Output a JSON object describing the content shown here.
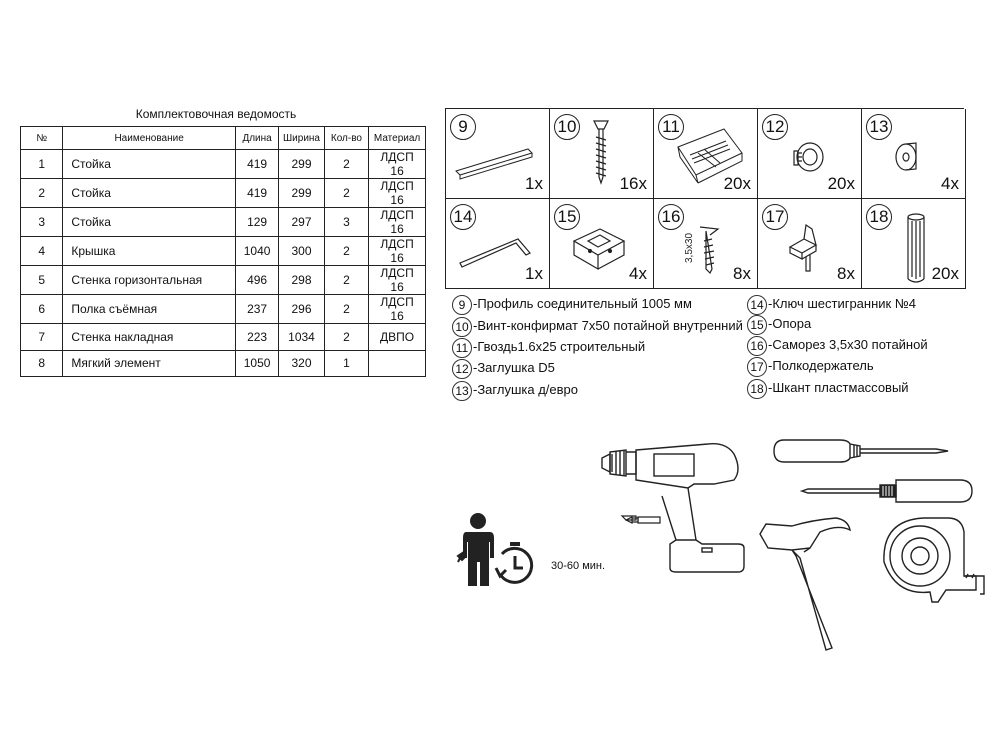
{
  "table": {
    "title": "Комплектовочная ведомость",
    "headers": [
      "№",
      "Наименование",
      "Длина",
      "Ширина",
      "Кол-во",
      "Материал"
    ],
    "rows": [
      [
        "1",
        "Стойка",
        "419",
        "299",
        "2",
        "ЛДСП 16"
      ],
      [
        "2",
        "Стойка",
        "419",
        "299",
        "2",
        "ЛДСП 16"
      ],
      [
        "3",
        "Стойка",
        "129",
        "297",
        "3",
        "ЛДСП 16"
      ],
      [
        "4",
        "Крышка",
        "1040",
        "300",
        "2",
        "ЛДСП 16"
      ],
      [
        "5",
        "Стенка горизонтальная",
        "496",
        "298",
        "2",
        "ЛДСП 16"
      ],
      [
        "6",
        "Полка съёмная",
        "237",
        "296",
        "2",
        "ЛДСП 16"
      ],
      [
        "7",
        "Стенка накладная",
        "223",
        "1034",
        "2",
        "ДВПО"
      ],
      [
        "8",
        "Мягкий элемент",
        "1050",
        "320",
        "1",
        ""
      ]
    ]
  },
  "fittings": [
    {
      "num": "9",
      "qty": "1x",
      "icon": "profile-icon"
    },
    {
      "num": "10",
      "qty": "16x",
      "icon": "confirmat-screw-icon"
    },
    {
      "num": "11",
      "qty": "20x",
      "icon": "nail-pack-icon"
    },
    {
      "num": "12",
      "qty": "20x",
      "icon": "cap-d5-icon"
    },
    {
      "num": "13",
      "qty": "4x",
      "icon": "euro-cap-icon"
    },
    {
      "num": "14",
      "qty": "1x",
      "icon": "hex-key-icon"
    },
    {
      "num": "15",
      "qty": "4x",
      "icon": "support-icon"
    },
    {
      "num": "16",
      "qty": "8x",
      "icon": "wood-screw-icon",
      "label": "3,5х30"
    },
    {
      "num": "17",
      "qty": "8x",
      "icon": "shelf-support-icon"
    },
    {
      "num": "18",
      "qty": "20x",
      "icon": "dowel-icon"
    }
  ],
  "legend_left": [
    {
      "num": "9",
      "text": "-Профиль соединительный 1005 мм"
    },
    {
      "num": "10",
      "text": "-Винт-конфирмат 7х50 потайной внутренний"
    },
    {
      "num": "11",
      "text": "-Гвоздь1.6х25 строительный"
    },
    {
      "num": "12",
      "text": "-Заглушка D5"
    },
    {
      "num": "13",
      "text": "-Заглушка д/евро"
    }
  ],
  "legend_right": [
    {
      "num": "14",
      "text": "-Ключ шестигранник №4"
    },
    {
      "num": "15",
      "text": "-Опора"
    },
    {
      "num": "16",
      "text": "-Саморез 3,5х30 потайной"
    },
    {
      "num": "17",
      "text": "-Полкодержатель"
    },
    {
      "num": "18",
      "text": "-Шкант пластмассовый"
    }
  ],
  "assembly": {
    "time_label": "30-60 мин.",
    "icons": [
      "person-icon",
      "stopwatch-icon",
      "drill-icon",
      "screwdriver-icon",
      "hammer-icon",
      "tape-measure-icon"
    ]
  }
}
